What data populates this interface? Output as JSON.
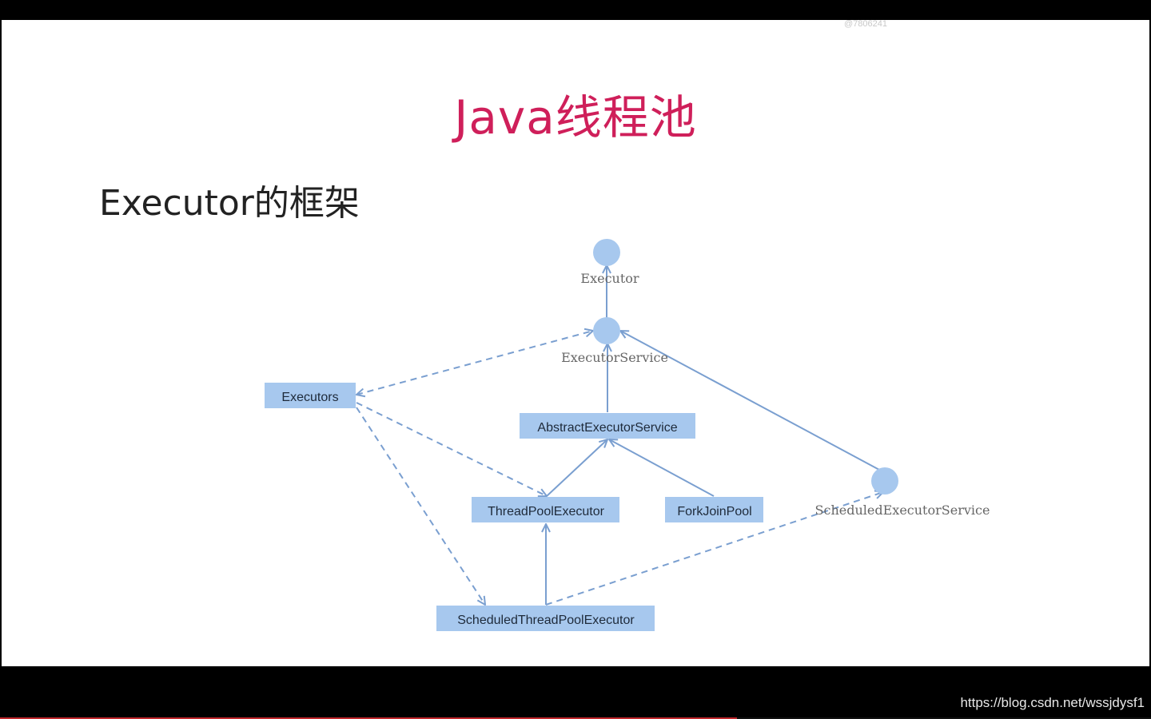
{
  "watermark_top": "@7806241",
  "watermark_url": "https://blog.csdn.net/wssjdysf1",
  "title": "Java线程池",
  "subtitle": "Executor的框架",
  "progress": 0.64,
  "colors": {
    "title": "#cf1f5a",
    "box_fill": "#a7c8ee",
    "node_fill": "#a7c8ee",
    "arrow": "#7a9fd0"
  },
  "diagram": {
    "interfaces": {
      "executor": "Executor",
      "executor_service": "ExecutorService",
      "scheduled_executor_service": "ScheduledExecutorService"
    },
    "classes": {
      "executors": "Executors",
      "abstract_executor_service": "AbstractExecutorService",
      "thread_pool_executor": "ThreadPoolExecutor",
      "fork_join_pool": "ForkJoinPool",
      "scheduled_thread_pool_executor": "ScheduledThreadPoolExecutor"
    }
  }
}
